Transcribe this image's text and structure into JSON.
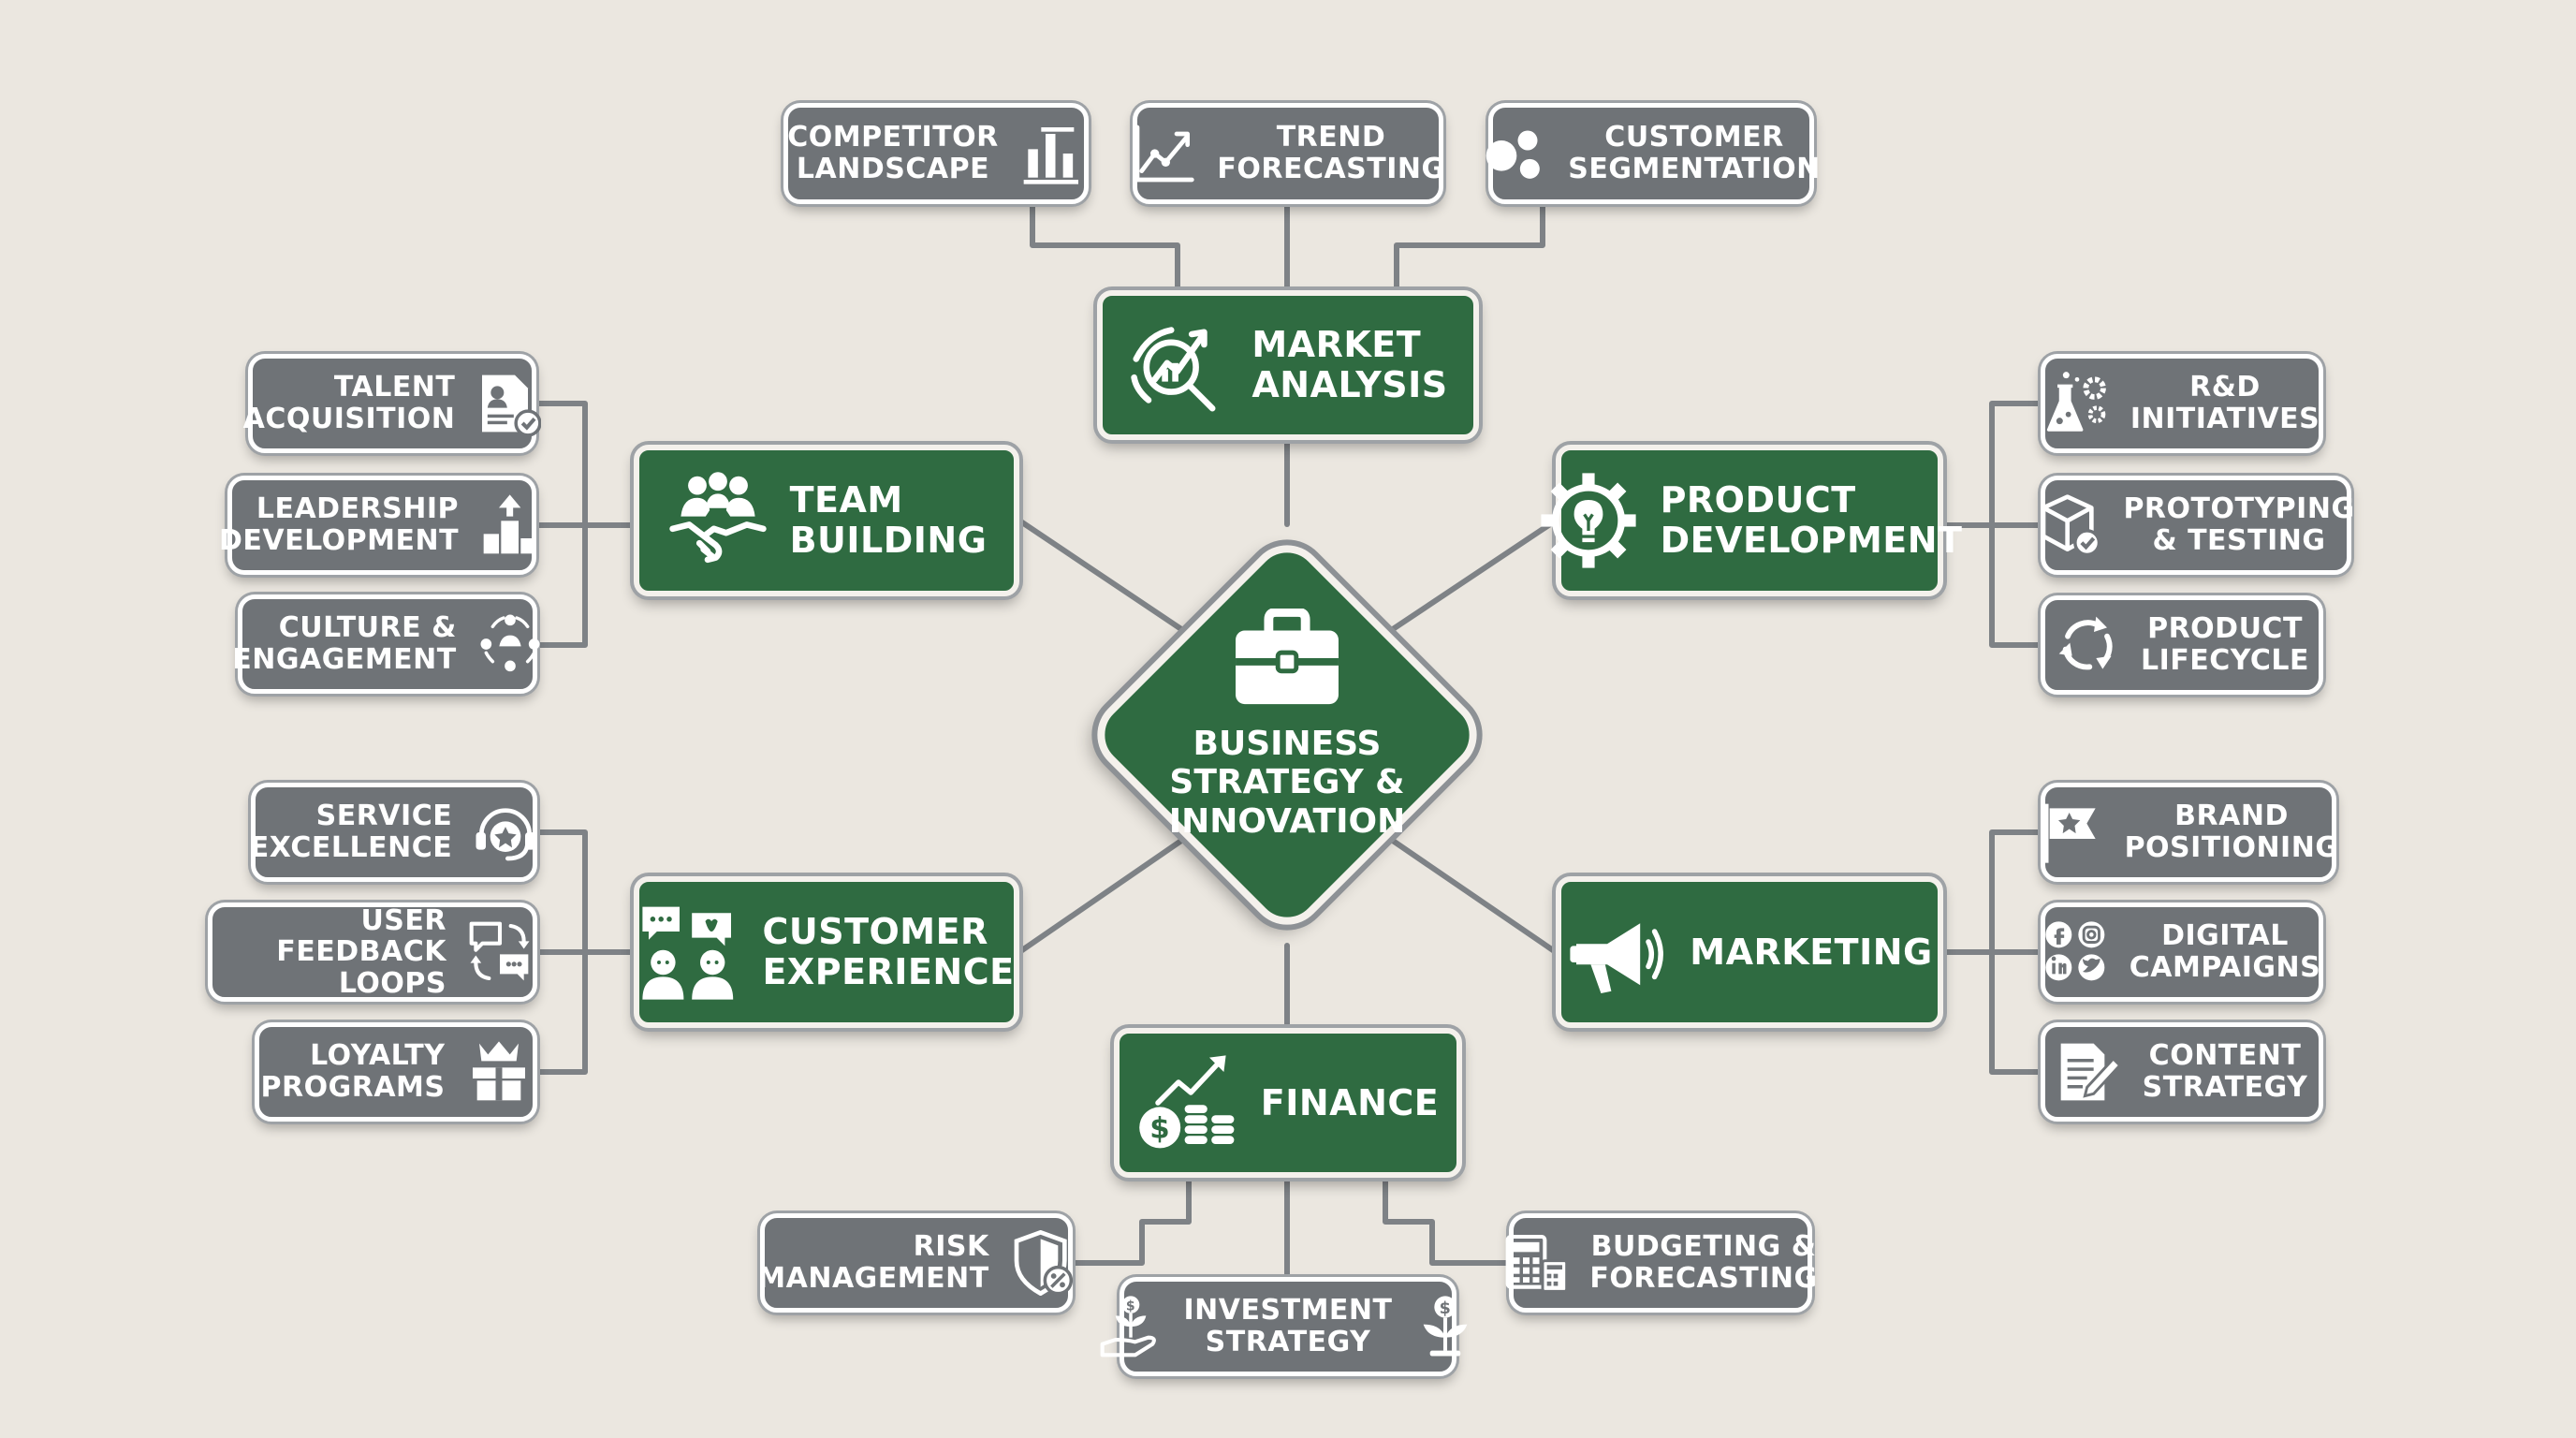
{
  "center": {
    "title": "BUSINESS\nSTRATEGY &\nINNOVATION",
    "icon": "briefcase-icon"
  },
  "hubs": [
    {
      "id": "market",
      "label": "MARKET\nANALYSIS",
      "icon": "chart-magnifier-icon",
      "children": [
        {
          "label": "COMPETITOR\nLANDSCAPE",
          "icon": "bar-chart-icon"
        },
        {
          "label": "TREND\nFORECASTING",
          "icon": "line-chart-icon"
        },
        {
          "label": "CUSTOMER\nSEGMENTATION",
          "icon": "circles-icon"
        }
      ]
    },
    {
      "id": "team",
      "label": "TEAM\nBUILDING",
      "icon": "team-handshake-icon",
      "children": [
        {
          "label": "TALENT\nACQUISITION",
          "icon": "resume-check-icon"
        },
        {
          "label": "LEADERSHIP\nDEVELOPMENT",
          "icon": "podium-arrow-icon"
        },
        {
          "label": "CULTURE &\nENGAGEMENT",
          "icon": "people-circle-icon"
        }
      ]
    },
    {
      "id": "product",
      "label": "PRODUCT\nDEVELOPMENT",
      "icon": "gear-bulb-icon",
      "children": [
        {
          "label": "R&D\nINITIATIVES",
          "icon": "flask-gear-icon"
        },
        {
          "label": "PROTOTYPING\n& TESTING",
          "icon": "box-check-icon"
        },
        {
          "label": "PRODUCT\nLIFECYCLE",
          "icon": "cycle-arrows-icon"
        }
      ]
    },
    {
      "id": "cx",
      "label": "CUSTOMER\nEXPERIENCE",
      "icon": "customers-chat-icon",
      "children": [
        {
          "label": "SERVICE\nEXCELLENCE",
          "icon": "headset-star-icon"
        },
        {
          "label": "USER FEEDBACK\nLOOPS",
          "icon": "chat-loop-icon"
        },
        {
          "label": "LOYALTY\nPROGRAMS",
          "icon": "crown-gift-icon"
        }
      ]
    },
    {
      "id": "marketing",
      "label": "MARKETING",
      "icon": "megaphone-icon",
      "children": [
        {
          "label": "BRAND\nPOSITIONING",
          "icon": "star-flag-icon"
        },
        {
          "label": "DIGITAL\nCAMPAIGNS",
          "icon": "social-media-icon"
        },
        {
          "label": "CONTENT\nSTRATEGY",
          "icon": "document-pen-icon"
        }
      ]
    },
    {
      "id": "finance",
      "label": "FINANCE",
      "icon": "coins-growth-icon",
      "children": [
        {
          "label": "RISK\nMANAGEMENT",
          "icon": "shield-percent-icon"
        },
        {
          "label": "INVESTMENT\nSTRATEGY",
          "icon": "hand-plant-icon"
        },
        {
          "label": "BUDGETING &\nFORECASTING",
          "icon": "calculator-icon"
        }
      ]
    }
  ],
  "colors": {
    "background": "#ebe7e0",
    "hub": "#2f6b41",
    "leaf": "#6f7377",
    "connector": "#7e8286",
    "outline": "#ffffff"
  }
}
